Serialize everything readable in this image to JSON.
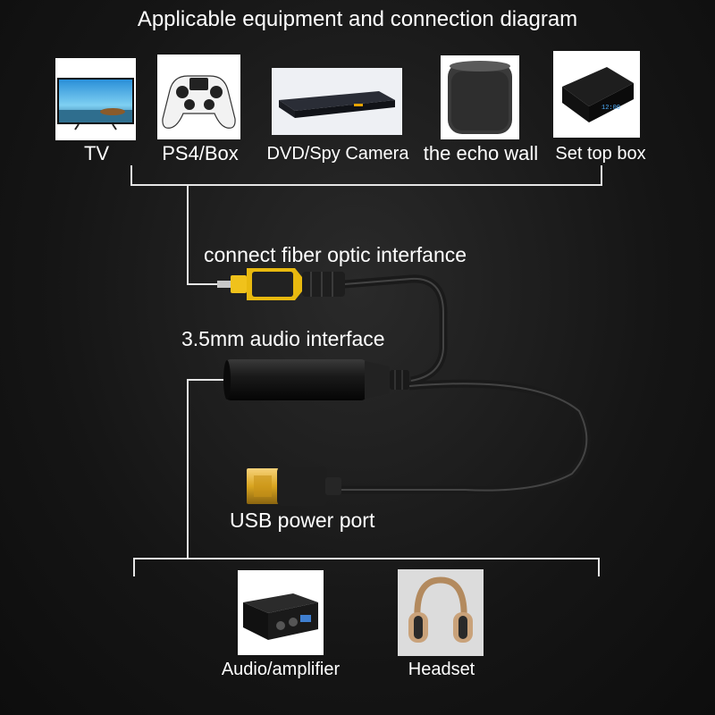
{
  "title": "Applicable equipment and connection diagram",
  "source_devices": [
    {
      "label": "TV",
      "icon": "tv-icon"
    },
    {
      "label": "PS4/Box",
      "icon": "gamepad-icon"
    },
    {
      "label": "DVD/Spy Camera",
      "icon": "dvd-player-icon"
    },
    {
      "label": "the echo wall",
      "icon": "smart-speaker-icon"
    },
    {
      "label": "Set top box",
      "icon": "set-top-box-icon"
    }
  ],
  "interfaces": {
    "fiber": "connect fiber optic interfance",
    "audio": "3.5mm audio interface",
    "usb": "USB power port"
  },
  "output_devices": [
    {
      "label": "Audio/amplifier",
      "icon": "amplifier-icon"
    },
    {
      "label": "Headset",
      "icon": "headphones-icon"
    }
  ],
  "box_display_text": "12:00",
  "colors": {
    "background": "#151515",
    "line": "#e6e6e6",
    "connector_gold": "#d9a520",
    "connector_yellow": "#e8b90f"
  }
}
